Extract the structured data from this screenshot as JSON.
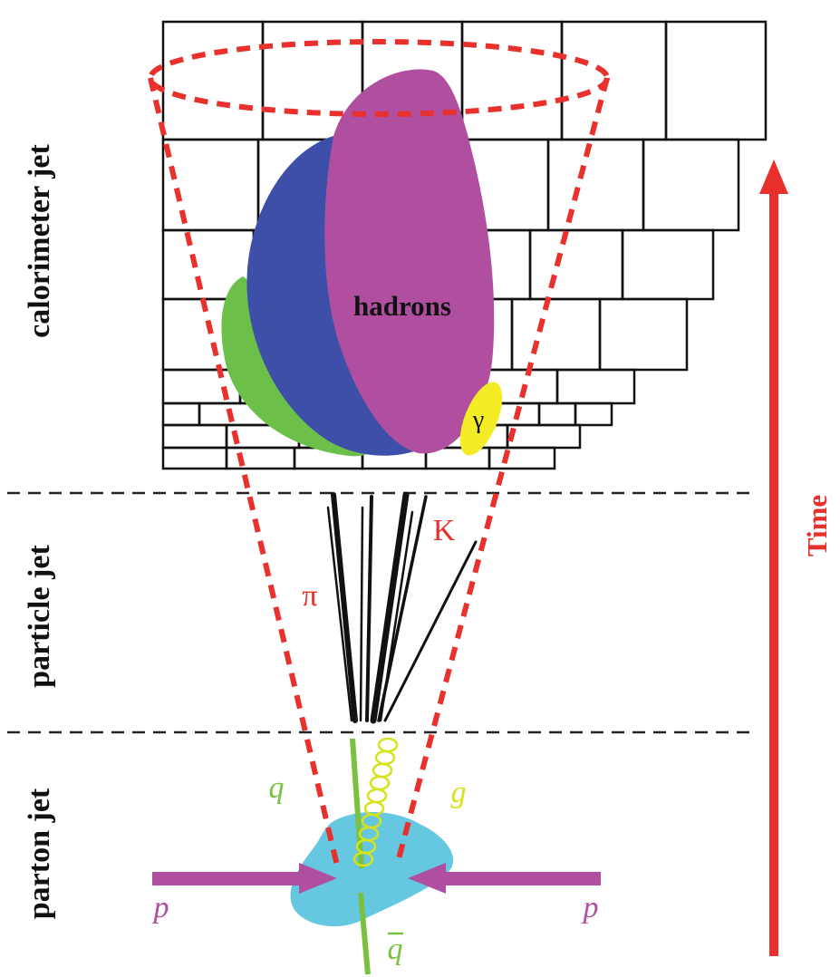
{
  "labels": {
    "calorimeter_jet": "calorimeter jet",
    "particle_jet": "particle jet",
    "parton_jet": "parton jet",
    "time": "Time",
    "hadrons": "hadrons",
    "gamma": "γ",
    "kaon": "K",
    "pion": "π",
    "quark": "q",
    "gluon": "g",
    "antiquark": "q",
    "proton_left": "p",
    "proton_right": "p"
  },
  "colors": {
    "cone": "#e8302c",
    "time_arrow": "#e8302c",
    "hadron_magenta": "#b04fa0",
    "hadron_blue": "#3d4fa8",
    "hadron_green": "#6cc04a",
    "photon_yellow": "#f4ec24",
    "collision_blob": "#66c7e0",
    "proton_beam": "#b04fa0",
    "quark_line": "#7ac143",
    "gluon_coil": "#d6e21c",
    "divider": "#222222",
    "grid_line": "#111111"
  },
  "icons": {
    "time_arrow": "up-arrow",
    "gluon": "spring-coil",
    "beam_arrows": "converging-arrows"
  }
}
